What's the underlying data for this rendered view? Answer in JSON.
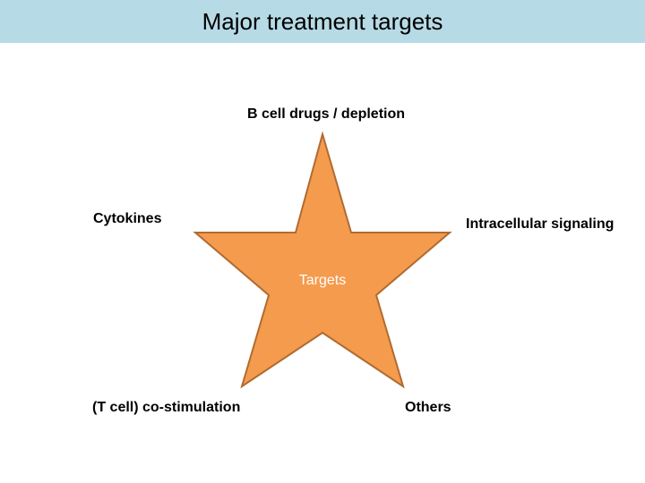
{
  "header": {
    "title": "Major treatment targets",
    "background_color": "#b7dbe6"
  },
  "diagram": {
    "shape": "star",
    "fill_color": "#f59b4e",
    "stroke_color": "#b06b30",
    "center_label": "Targets",
    "points": [
      {
        "label": "B cell drugs / depletion"
      },
      {
        "label": "Intracellular signaling"
      },
      {
        "label": "Others"
      },
      {
        "label": "(T cell) co-stimulation"
      },
      {
        "label": "Cytokines"
      }
    ]
  }
}
